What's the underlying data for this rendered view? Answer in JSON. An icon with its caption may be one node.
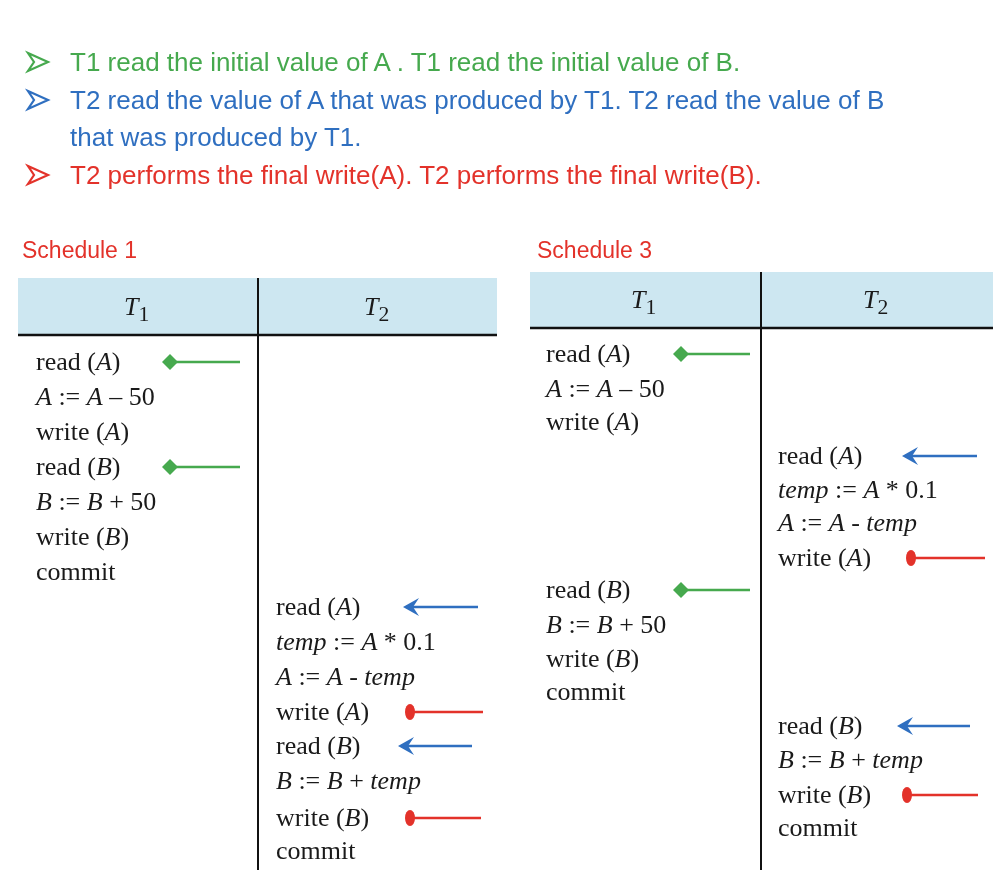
{
  "diagram": {
    "labels": [
      "T1 read the initial value  of A . T1 read the initial value  of B.",
      "T2 read the value of A  that was produced  by T1.  T2 read the value of B that was produced  by T1.",
      "T2 performs the final write(A). T2 performs the final write(B).",
      "Schedule 1",
      "Schedule 3",
      "*T*$_{1}$",
      "*T*$_{2}$",
      "read (*A*)",
      "*A* := *A* – 50",
      "write (*A*)",
      "read (*B*)",
      "*B* := *B* + 50",
      "write (*B*)",
      "commit",
      "read (*A*)",
      "*temp* := *A* * 0.1",
      "*A* := *A* - *temp*",
      "write (*A*)",
      "read (*B*)",
      "*B* := *B* + *temp*",
      "write (*B*)",
      "commit",
      "*T*$_{1}$",
      "*T*$_{2}$",
      "read (*A*)",
      "*A* := *A* – 50",
      "write (*A*)",
      "read (*A*)",
      "*temp* := *A* * 0.1",
      "*A* := *A* - *temp*",
      "write (*A*)",
      "read (*B*)",
      "*B* := *B* + 50",
      "write (*B*)",
      "commit",
      "read (*B*)",
      "*B* := *B* + *temp*",
      "write (*B*)",
      "commit"
    ]
  }
}
